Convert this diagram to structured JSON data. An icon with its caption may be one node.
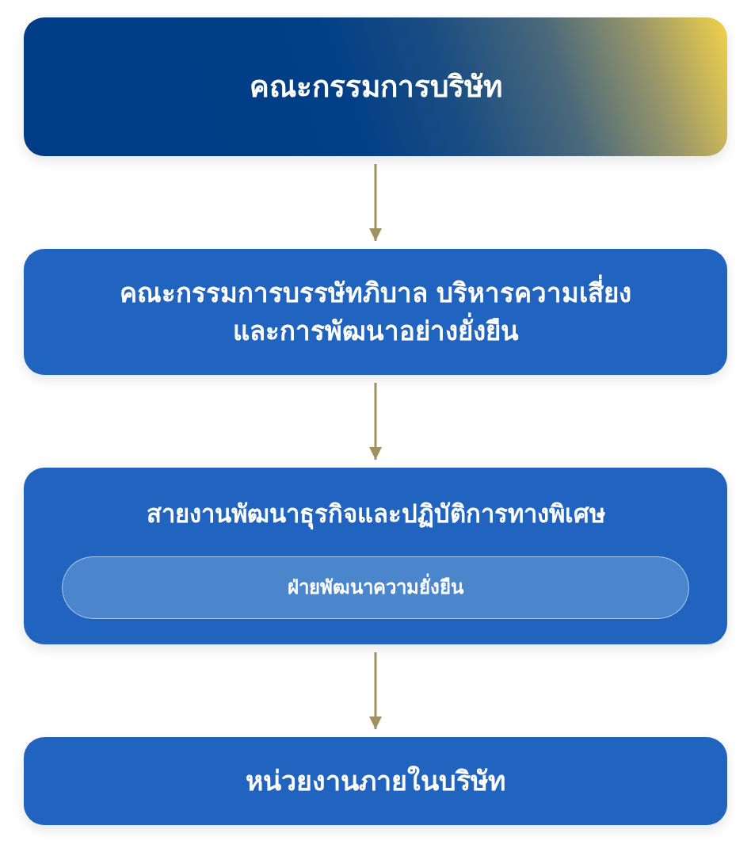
{
  "diagram": {
    "nodes": [
      {
        "text": [
          "คณะกรรมการบริษัท"
        ]
      },
      {
        "text": [
          "คณะกรรมการบรรษัทภิบาล บริหารความเสี่ยง และการพัฒนาอย่างยั่งยืน"
        ]
      },
      {
        "text": [
          "สายงานพัฒนาธุรกิจและปฏิบัติการทางพิเศษ"
        ]
      },
      {
        "text": [
          "ฝ่ายพัฒนาความยั่งยืน"
        ],
        "in": 2
      },
      {
        "text": [
          "หน่วยงานภายในบริษัท"
        ]
      }
    ],
    "edges": [
      {
        "from": 0,
        "to": 1,
        "arrow": "to"
      },
      {
        "from": 1,
        "to": 2,
        "arrow": "to"
      },
      {
        "from": 2,
        "to": 4,
        "arrow": "to"
      }
    ]
  }
}
